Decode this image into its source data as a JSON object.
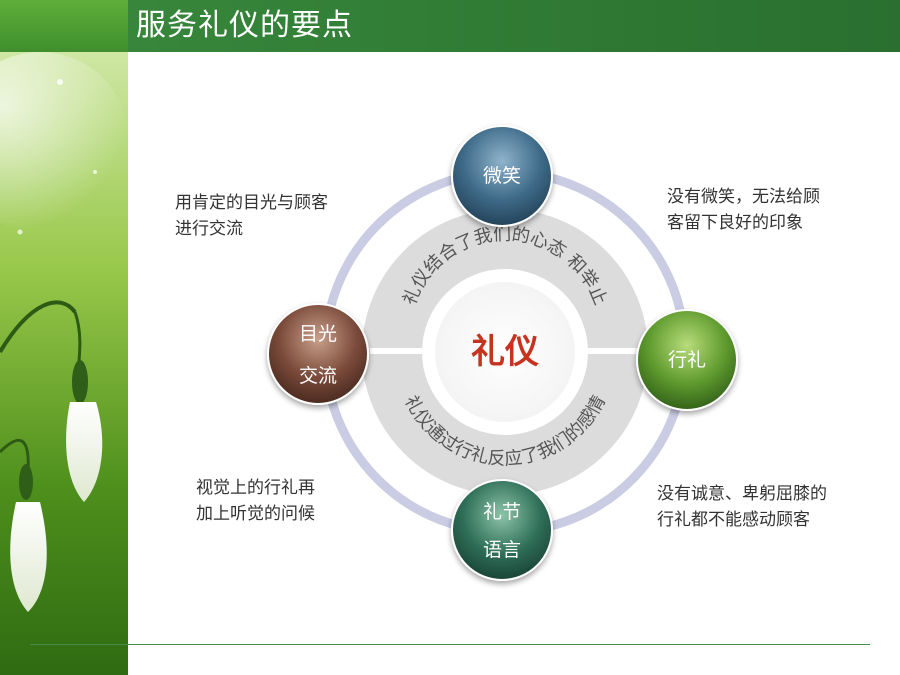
{
  "slide": {
    "title": "服务礼仪的要点"
  },
  "center": {
    "label": "礼仪",
    "top_arc_text": "礼仪结合了我们的心态 和举止",
    "bottom_arc_text": "礼仪通过行礼反应了我们的感情"
  },
  "nodes": {
    "top": {
      "label": "微笑",
      "color": "#3e6a88"
    },
    "right": {
      "label": "行礼",
      "color": "#5e9a2e"
    },
    "bottom": {
      "line1": "礼节",
      "line2": "语言",
      "color": "#2f6e58"
    },
    "left": {
      "line1": "目光",
      "line2": "交流",
      "color": "#7a4a3a"
    }
  },
  "notes": {
    "top_left": {
      "line1": "用肯定的目光与顾客",
      "line2": "进行交流"
    },
    "top_right": {
      "line1": "没有微笑，无法给顾",
      "line2": "客留下良好的印象"
    },
    "bottom_left": {
      "line1": "视觉上的行礼再",
      "line2": "加上听觉的问候"
    },
    "bottom_right": {
      "line1": "没有诚意、卑躬屈膝的",
      "line2": "行礼都不能感动顾客"
    }
  },
  "colors": {
    "ring": "#c9cce3",
    "inner_ring": "#dcdcdc",
    "center_text": "#c6341f",
    "title_bar": "#2f7a34"
  }
}
